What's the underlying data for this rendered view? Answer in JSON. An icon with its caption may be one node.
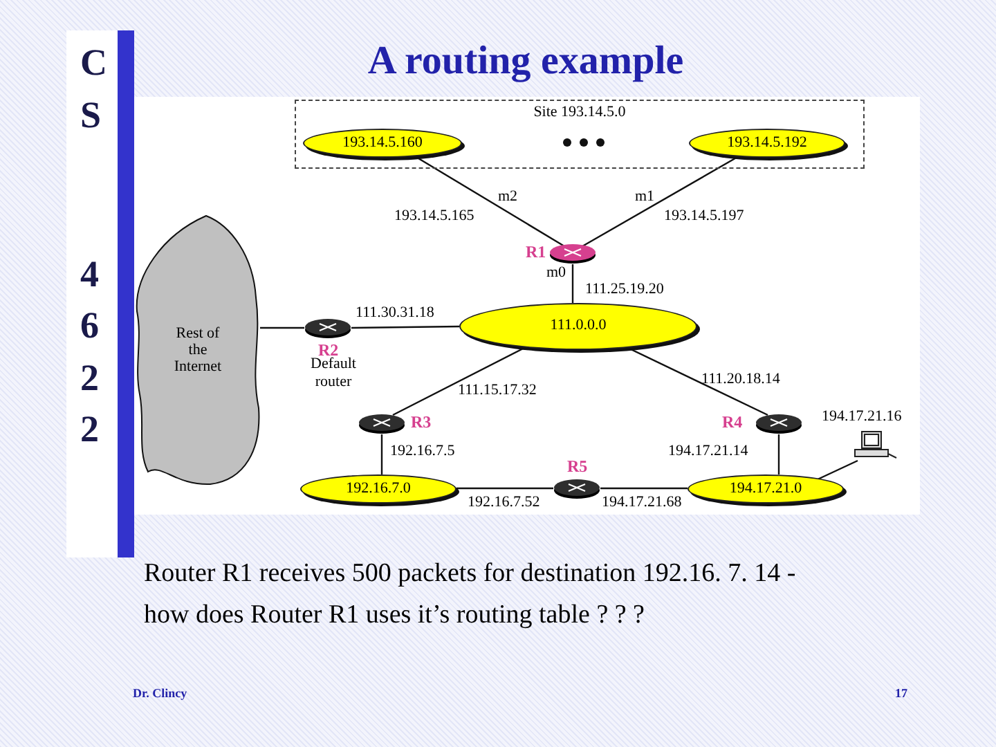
{
  "diagram": {
    "title": "A routing example",
    "nodes": [
      {
        "text": [
          "Site 193.14.5.0"
        ]
      },
      {
        "text": [
          "193.14.5.160"
        ],
        "in": 0
      },
      {
        "text": [
          "193.14.5.192"
        ],
        "in": 0
      },
      {
        "text": [],
        "shape": "cylinder",
        "beside": [
          "R1",
          "m2",
          "m1",
          "m0"
        ]
      },
      {
        "text": [
          "Rest of the Internet"
        ]
      },
      {
        "text": [],
        "shape": "cylinder",
        "beside": [
          "R2",
          "Default router"
        ]
      },
      {
        "text": [
          "111.0.0.0"
        ]
      },
      {
        "text": [],
        "shape": "cylinder",
        "beside": [
          "R3"
        ]
      },
      {
        "text": [],
        "shape": "cylinder",
        "beside": [
          "R4"
        ]
      },
      {
        "text": [
          "192.16.7.0"
        ]
      },
      {
        "text": [],
        "shape": "cylinder",
        "beside": [
          "R5"
        ]
      },
      {
        "text": [
          "194.17.21.0"
        ]
      },
      {
        "text": [],
        "shape": "computer",
        "beside": [
          "194.17.21.16"
        ]
      }
    ],
    "edges": [
      {
        "from": 1,
        "to": 3,
        "arrow": "none",
        "label": "193.14.5.165"
      },
      {
        "from": 2,
        "to": 3,
        "arrow": "none",
        "label": "193.14.5.197"
      },
      {
        "from": 3,
        "to": 6,
        "arrow": "none",
        "label": "111.25.19.20"
      },
      {
        "from": 4,
        "to": 5,
        "arrow": "none"
      },
      {
        "from": 5,
        "to": 6,
        "arrow": "none",
        "label": "111.30.31.18"
      },
      {
        "from": 6,
        "to": 7,
        "arrow": "none",
        "label": "111.15.17.32"
      },
      {
        "from": 6,
        "to": 8,
        "arrow": "none",
        "label": "111.20.18.14"
      },
      {
        "from": 7,
        "to": 9,
        "arrow": "none",
        "label": "192.16.7.5"
      },
      {
        "from": 8,
        "to": 11,
        "arrow": "none",
        "label": "194.17.21.14"
      },
      {
        "from": 9,
        "to": 10,
        "arrow": "none",
        "label": "192.16.7.52"
      },
      {
        "from": 10,
        "to": 11,
        "arrow": "none",
        "label": "194.17.21.68"
      },
      {
        "from": 11,
        "to": 12,
        "arrow": "none"
      }
    ],
    "labels": [
      "C",
      "S",
      "4",
      "6",
      "2",
      "2",
      "Router R1 receives 500 packets for destination 192.16. 7. 14 - how does Router R1 uses it’s routing table ? ? ?",
      "Dr. Clincy",
      "17"
    ]
  }
}
